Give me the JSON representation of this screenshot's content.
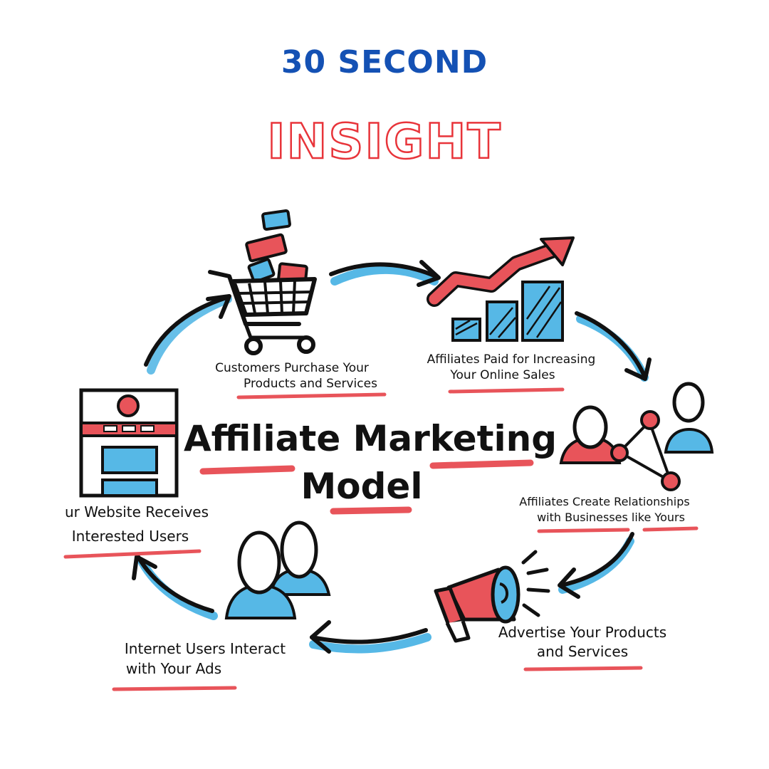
{
  "header": {
    "top_line": "30 SECOND",
    "second_line": "INSIGHT"
  },
  "diagram": {
    "title_line1": "Affiliate Marketing",
    "title_line2": "Model",
    "steps": [
      {
        "line1": "Customers Purchase Your",
        "line2": "Products and Services"
      },
      {
        "line1": "Affiliates Paid for Increasing",
        "line2": "Your Online Sales"
      },
      {
        "line1": "Affiliates Create Relationships",
        "line2": "with Businesses like Yours"
      },
      {
        "line1": "Advertise Your Products",
        "line2": "and Services"
      },
      {
        "line1": "Internet Users Interact",
        "line2": "with Your Ads"
      },
      {
        "line1": "ur Website Receives",
        "line2": "Interested Users"
      }
    ]
  },
  "colors": {
    "blue_title": "#1451b4",
    "red_accent": "#e8545a",
    "light_blue": "#56b8e6",
    "ink": "#111111"
  }
}
